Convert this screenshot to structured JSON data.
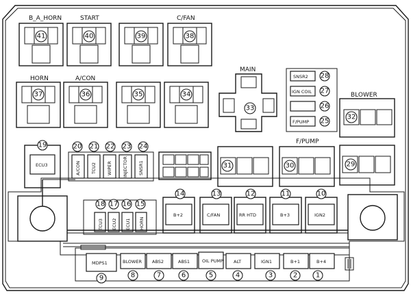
{
  "labels": {
    "b_a_horn": "B_A_HORN",
    "start": "START",
    "c_fan_top": "C/FAN",
    "horn": "HORN",
    "a_con": "A/CON",
    "main": "MAIN",
    "blower_top": "BLOWER",
    "f_pump_top": "F/PUMP",
    "snsr2": "SNSR2",
    "ign_coil": "IGN COIL",
    "f_pump_small": "F/PUMP",
    "ecu3": "ECU3",
    "a_con_v": "A/CON",
    "tcu2": "TCU2",
    "wiper": "WIPER",
    "injector": "INJECTOR",
    "snsr1": "SNSR1",
    "tcu3": "TCU3",
    "ecu2": "ECU2",
    "ecu1": "ECU1",
    "horn_v": "HORN",
    "b2": "B+2",
    "c_fan_mid": "C/FAN",
    "rr_htd": "RR HTD",
    "b3": "B+3",
    "ign2": "IGN2",
    "mdps1": "MDPS1",
    "blower_bot": "BLOWER",
    "abs2": "ABS2",
    "abs1": "ABS1",
    "oil_pump": "OIL PUMP",
    "alt": "ALT",
    "ign1": "IGN1",
    "b1": "B+1",
    "b4": "B+4"
  },
  "numbers": {
    "n1": "1",
    "n2": "2",
    "n3": "3",
    "n4": "4",
    "n5": "5",
    "n6": "6",
    "n7": "7",
    "n8": "8",
    "n9": "9",
    "n10": "10",
    "n11": "11",
    "n12": "12",
    "n13": "13",
    "n14": "14",
    "n15": "15",
    "n16": "16",
    "n17": "17",
    "n18": "18",
    "n19": "19",
    "n20": "20",
    "n21": "21",
    "n22": "22",
    "n23": "23",
    "n24": "24",
    "n25": "25",
    "n26": "26",
    "n27": "27",
    "n28": "28",
    "n29": "29",
    "n30": "30",
    "n31": "31",
    "n32": "32",
    "n33": "33",
    "n34": "34",
    "n35": "35",
    "n36": "36",
    "n37": "37",
    "n38": "38",
    "n39": "39",
    "n40": "40",
    "n41": "41"
  }
}
